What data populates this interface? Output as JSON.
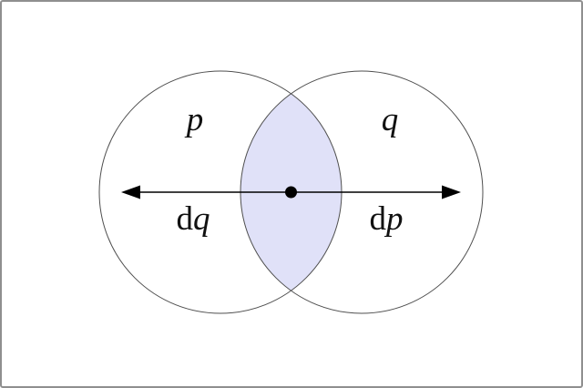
{
  "diagram": {
    "type": "venn",
    "labels": {
      "left_set": "p",
      "right_set": "q",
      "left_arrow_prefix": "d",
      "left_arrow_var": "q",
      "right_arrow_prefix": "d",
      "right_arrow_var": "p"
    },
    "colors": {
      "background": "#ffffff",
      "frame_border": "#8f8f8f",
      "circle_stroke": "#4f4f4f",
      "intersection_fill": "#e0e1f8",
      "arrow": "#000000",
      "center_dot": "#000000",
      "text": "#111111"
    }
  }
}
